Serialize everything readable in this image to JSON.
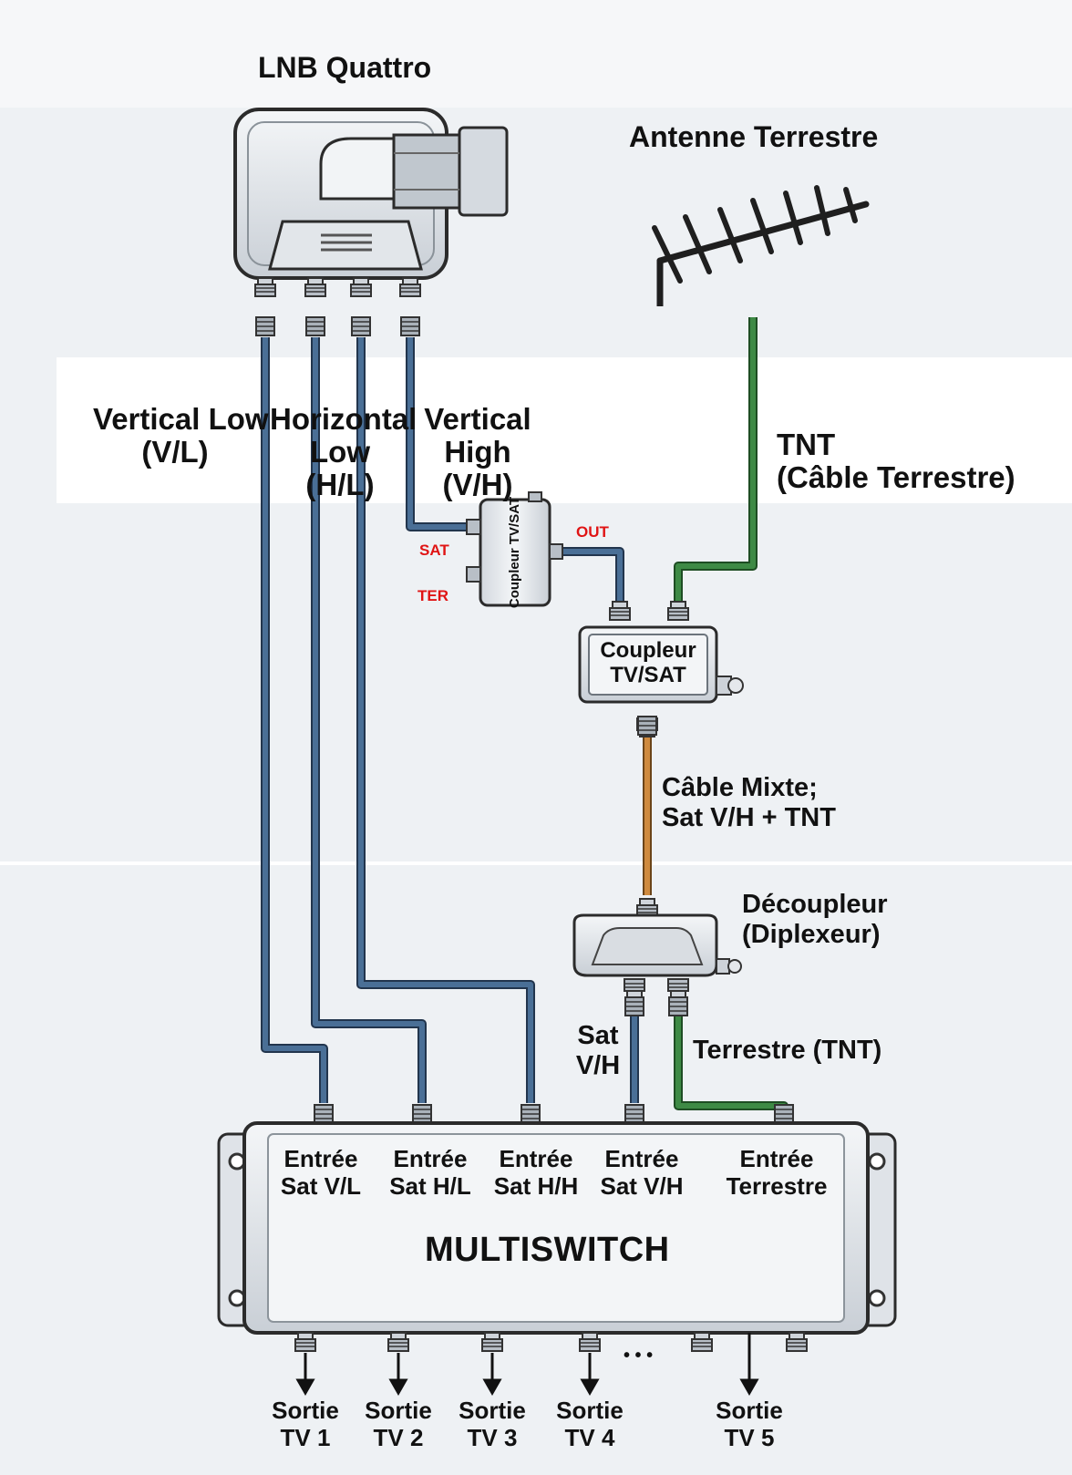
{
  "lnb": {
    "title": "LNB Quattro"
  },
  "antenna": {
    "title": "Antenne Terrestre"
  },
  "cables": {
    "vl": [
      "Vertical Low",
      "(V/L)"
    ],
    "hl": [
      "Horizontal",
      "Low",
      "(H/L)"
    ],
    "vh": [
      "Vertical",
      "High",
      "(V/H)"
    ],
    "tnt": [
      "TNT",
      "(Câble Terrestre)"
    ],
    "mixte": [
      "Câble Mixte;",
      "Sat V/H + TNT"
    ],
    "sat_vh": [
      "Sat",
      "V/H"
    ],
    "terrestre": "Terrestre (TNT)"
  },
  "coupler_small": {
    "label": "Coupleur TV/SAT",
    "port_sat": "SAT",
    "port_ter": "TER",
    "port_out": "OUT"
  },
  "coupler_main": {
    "label": [
      "Coupleur",
      "TV/SAT"
    ]
  },
  "decoupler": {
    "label": [
      "Découpleur",
      "(Diplexeur)"
    ]
  },
  "multiswitch": {
    "title": "MULTISWITCH",
    "inputs": [
      [
        "Entrée",
        "Sat V/L"
      ],
      [
        "Entrée",
        "Sat H/L"
      ],
      [
        "Entrée",
        "Sat H/H"
      ],
      [
        "Entrée",
        "Sat V/H"
      ],
      [
        "Entrée",
        "Terrestre"
      ]
    ],
    "ellipsis": "• • •",
    "outputs": [
      [
        "Sortie",
        "TV 1"
      ],
      [
        "Sortie",
        "TV 2"
      ],
      [
        "Sortie",
        "TV 3"
      ],
      [
        "Sortie",
        "TV 4"
      ],
      [
        "Sortie",
        "TV 5"
      ]
    ]
  },
  "colors": {
    "sat_cable": "#4a6f96",
    "tnt_cable": "#3e8a45",
    "mixed_cable": "#cf8a3e"
  }
}
